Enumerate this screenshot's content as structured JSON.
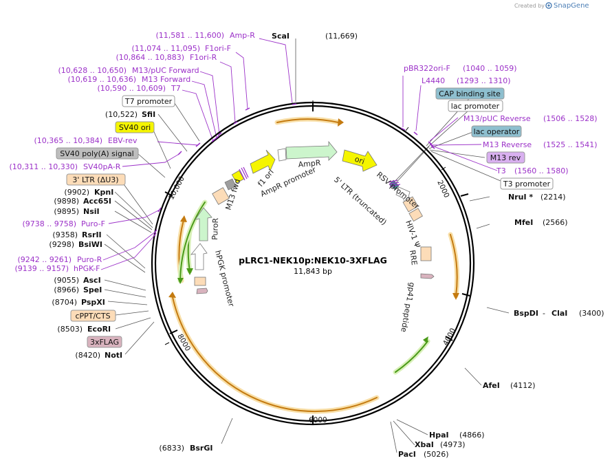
{
  "map": {
    "name": "pLRC1-NEK10p:NEK10-3XFLAG",
    "length": "11,843 bp"
  },
  "credit": {
    "created_by": "Created by",
    "brand": "SnapGene"
  },
  "ticks": {
    "t2000": "2000",
    "t4000": "4000",
    "t6000": "6000",
    "t8000": "8000",
    "t10000": "10,000"
  },
  "enzymes": [
    {
      "name": "ScaI",
      "pos": "(11,669)"
    },
    {
      "name": "NruI *",
      "pos": "(2214)"
    },
    {
      "name": "MfeI",
      "pos": "(2566)"
    },
    {
      "name": "BspDI",
      "sep": " - ",
      "name2": "ClaI",
      "pos": "(3400)"
    },
    {
      "name": "AfeI",
      "pos": "(4112)"
    },
    {
      "name": "HpaI",
      "pos": "(4866)"
    },
    {
      "name": "XbaI",
      "pos": "(4973)"
    },
    {
      "name": "PacI",
      "pos": "(5026)"
    },
    {
      "name": "BsrGI",
      "pos": "(6833)"
    },
    {
      "name": "NotI",
      "pos": "(8420)"
    },
    {
      "name": "EcoRI",
      "pos": "(8503)"
    },
    {
      "name": "PspXI",
      "pos": "(8704)"
    },
    {
      "name": "SpeI",
      "pos": "(8966)"
    },
    {
      "name": "AscI",
      "pos": "(9055)"
    },
    {
      "name": "BsiWI",
      "pos": "(9298)"
    },
    {
      "name": "RsrII",
      "pos": "(9358)"
    },
    {
      "name": "NsiI",
      "pos": "(9895)"
    },
    {
      "name": "Acc65I",
      "pos": "(9898)"
    },
    {
      "name": "KpnI",
      "pos": "(9902)"
    },
    {
      "name": "SfiI",
      "pos": "(10,522)"
    }
  ],
  "primers_left": [
    {
      "range": "(11,581 .. 11,600)",
      "name": "Amp-R"
    },
    {
      "range": "(11,074 .. 11,095)",
      "name": "F1ori-F"
    },
    {
      "range": "(10,864 .. 10,883)",
      "name": "F1ori-R"
    },
    {
      "range": "(10,628 .. 10,650)",
      "name": "M13/pUC Forward"
    },
    {
      "range": "(10,619 .. 10,636)",
      "name": "M13 Forward"
    },
    {
      "range": "(10,590 .. 10,609)",
      "name": "T7"
    },
    {
      "range": "(10,365 .. 10,384)",
      "name": "EBV-rev"
    },
    {
      "range": "(10,311 .. 10,330)",
      "name": "SV40pA-R"
    },
    {
      "range": "(9738 .. 9758)",
      "name": "Puro-F"
    },
    {
      "range": "(9242 .. 9261)",
      "name": "Puro-R"
    },
    {
      "range": "(9139 .. 9157)",
      "name": "hPGK-F"
    }
  ],
  "primers_right": [
    {
      "name": "pBR322ori-F",
      "range": "(1040 .. 1059)"
    },
    {
      "name": "L4440",
      "range": "(1293 .. 1310)"
    },
    {
      "name": "M13/pUC Reverse",
      "range": "(1506 .. 1528)"
    },
    {
      "name": "M13 Reverse",
      "range": "(1525 .. 1541)"
    },
    {
      "name": "T3",
      "range": "(1560 .. 1580)"
    }
  ],
  "boxed_features": {
    "t7_promoter": "T7 promoter",
    "sv40_ori": "SV40 ori",
    "sv40_polya": "SV40 poly(A) signal",
    "ltr3": "3' LTR (ΔU3)",
    "cppt": "cPPT/CTS",
    "flag": "3xFLAG",
    "cap_site": "CAP binding site",
    "lac_promoter": "lac promoter",
    "lac_operator": "lac operator",
    "m13_rev": "M13 rev",
    "t3_promoter": "T3 promoter"
  },
  "arc_features": {
    "m13_fwd": "M13 fwd",
    "f1_ori": "f1 ori",
    "ampr": "AmpR",
    "ampr_promoter": "AmpR promoter",
    "ori": "ori",
    "rsv_promoter": "RSV promoter",
    "ltr5": "5' LTR (truncated)",
    "hiv_psi": "HIV-1 Ψ",
    "rre": "RRE",
    "gp41": "gp41 peptide",
    "puror": "PuroR",
    "hpgk": "hPGK promoter"
  },
  "colors": {
    "primer": "#9b30c8",
    "orf_orange": "#f5a623",
    "orf_green": "#69b828",
    "ori_yellow": "#f5f500",
    "ampr_green": "#ccf5cc",
    "ltr_peach": "#fcdcb8",
    "lac_teal": "#8ebfcf",
    "m13rev_lilac": "#d9b0f0",
    "flag_pink": "#d9b3be",
    "sv40pa_grey": "#bdbdbd"
  }
}
